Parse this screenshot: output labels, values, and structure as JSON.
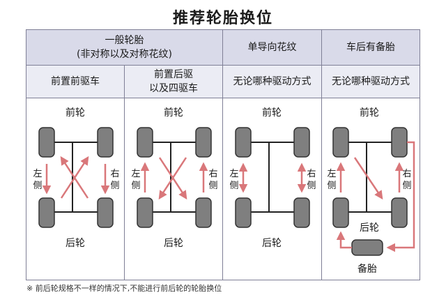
{
  "title": "推荐轮胎换位",
  "header": {
    "general": {
      "line1": "一般轮胎",
      "line2": "(非对称以及对称花纹)"
    },
    "directional": "单导向花纹",
    "spare": "车后有备胎"
  },
  "subheader": {
    "fwd": "前置前驱车",
    "rwd_line1": "前置后驱",
    "rwd_line2": "以及四驱车",
    "any1": "无论哪种驱动方式",
    "any2": "无论哪种驱动方式"
  },
  "labels": {
    "front": "前轮",
    "rear": "后轮",
    "left_1": "左",
    "left_2": "侧",
    "right_1": "右",
    "right_2": "侧",
    "spare": "备胎"
  },
  "footnote": "※ 前后轮规格不一样的情况下,不能进行前后轮的轮胎换位",
  "colors": {
    "tire": "#7f7f7f",
    "arrow": "#d9777a",
    "header_dark": "#d9dae9",
    "header_light": "#ebecf4",
    "border": "#7f7f96"
  }
}
